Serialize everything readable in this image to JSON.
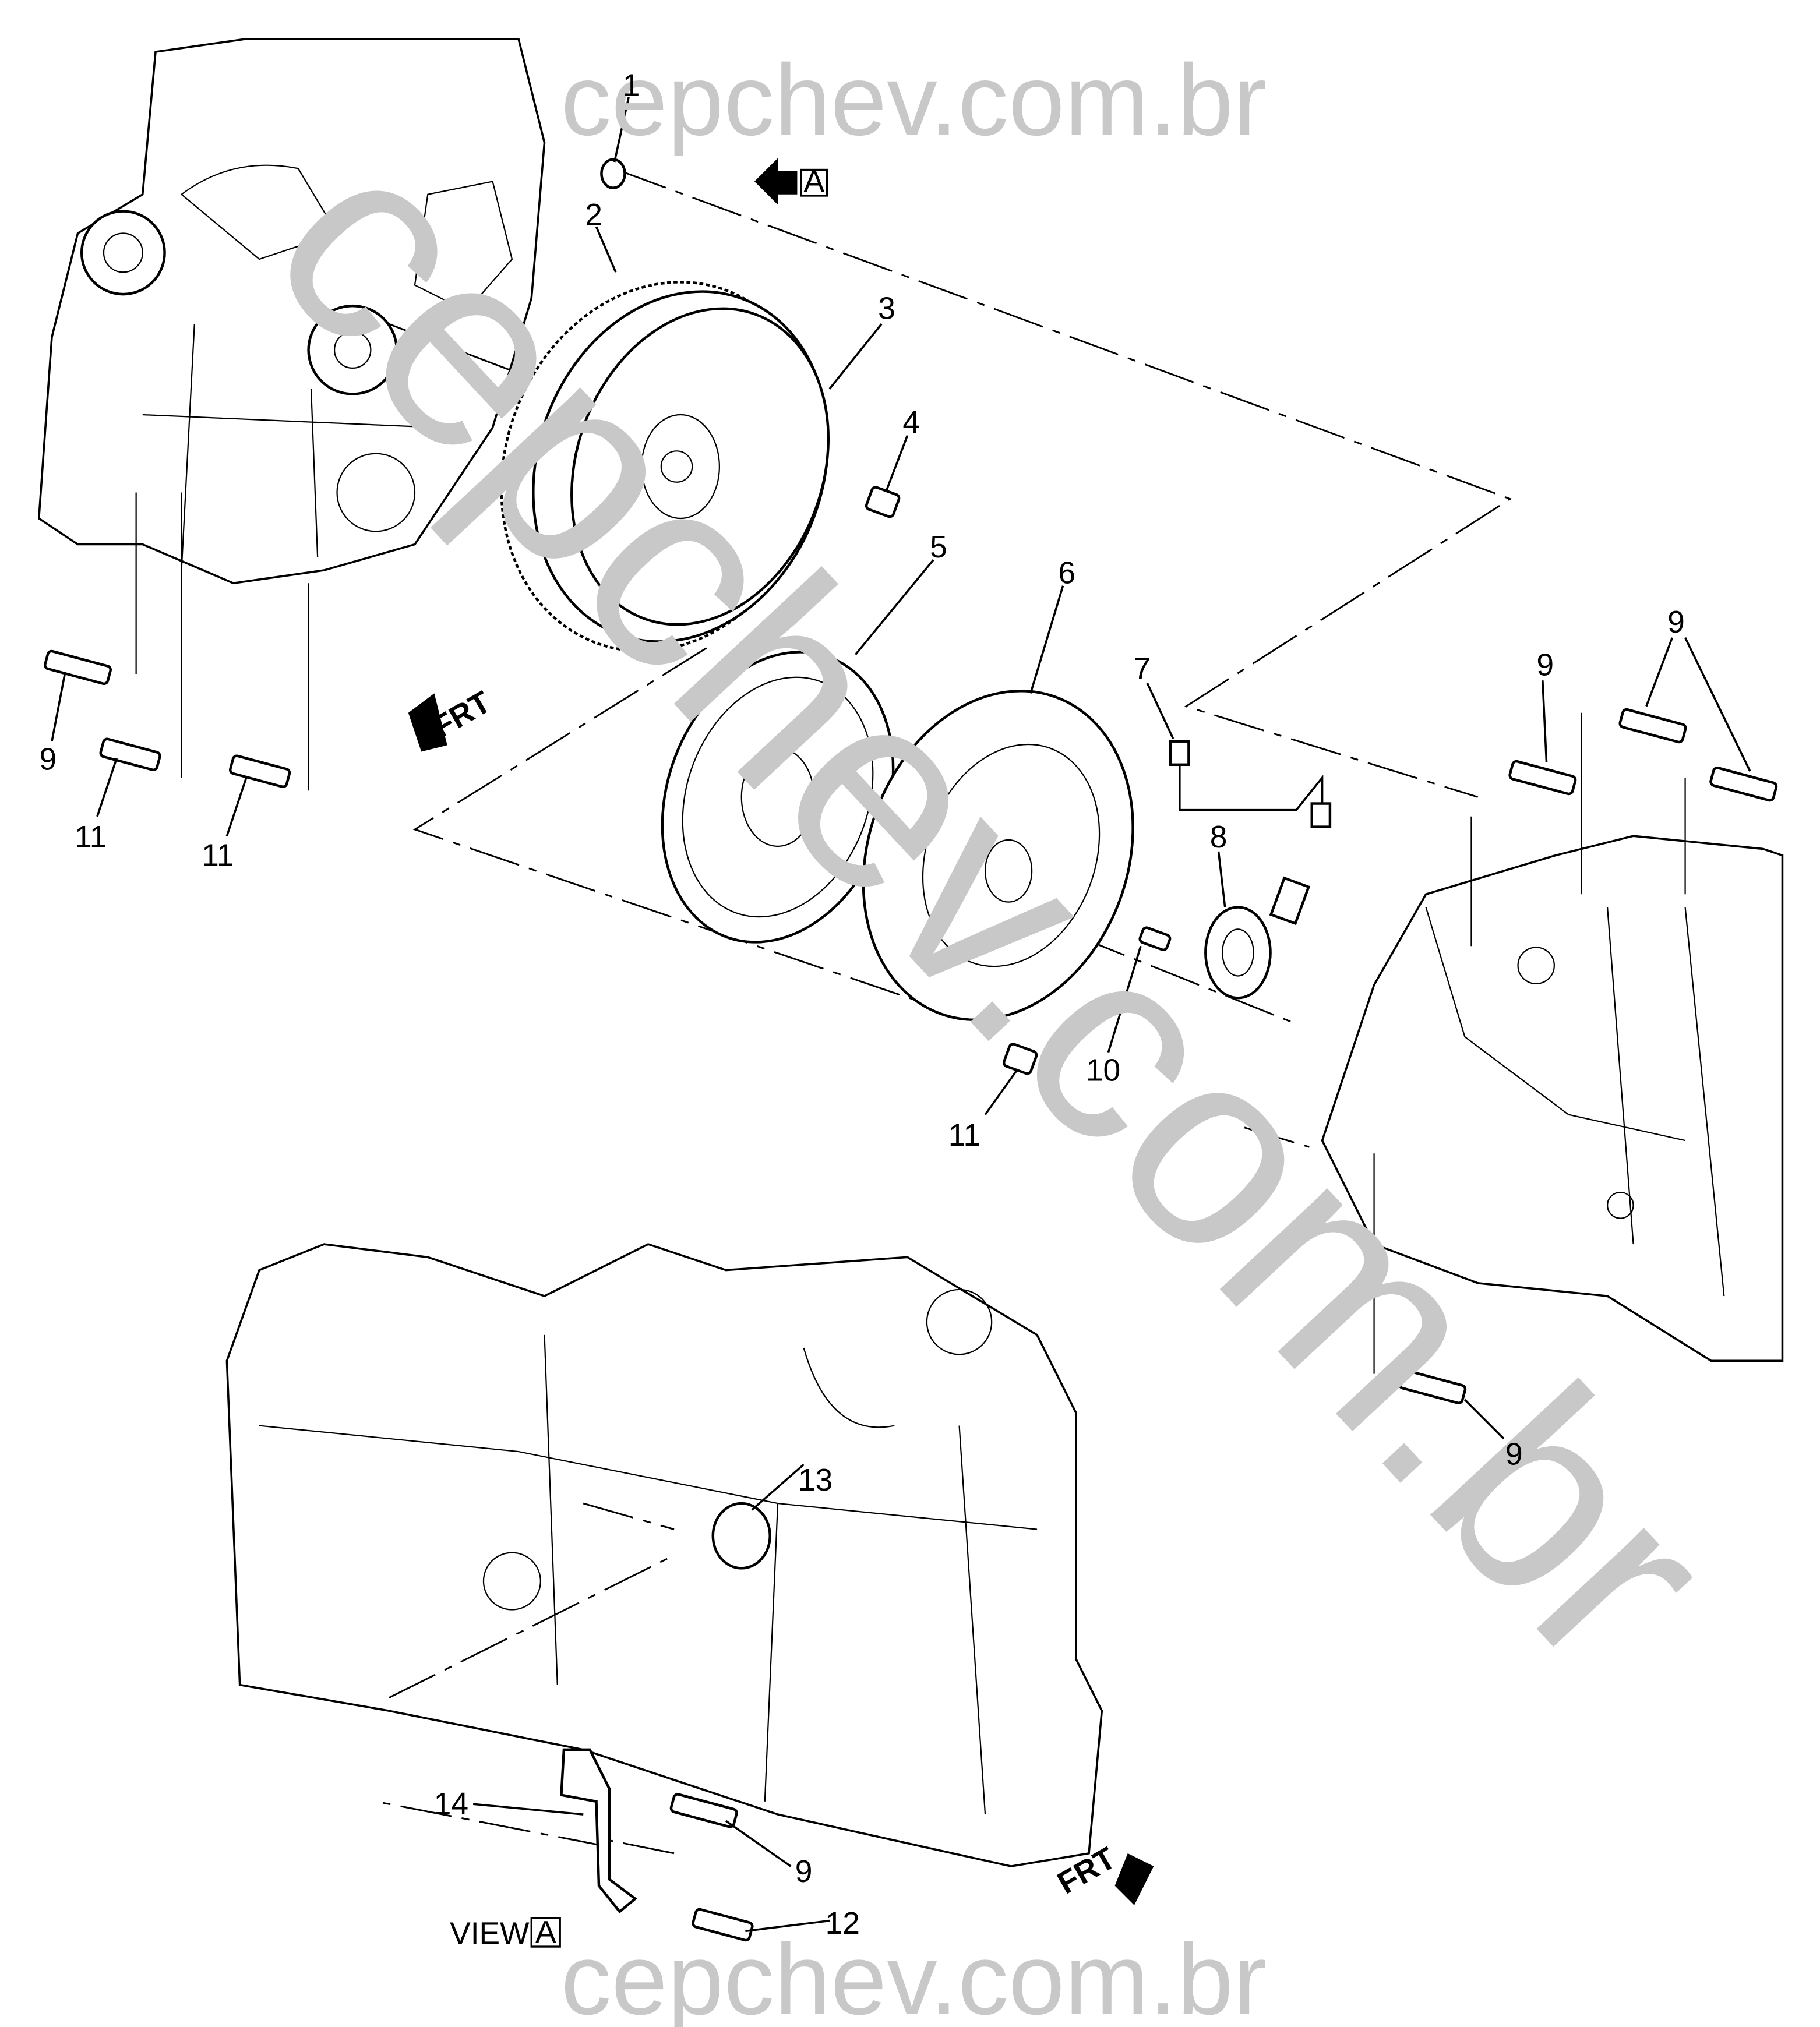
{
  "watermark": {
    "top": "cepchev.com.br",
    "diagonal": "cepchev.com.br",
    "bottom": "cepchev.com.br",
    "color": "#c8c8c8"
  },
  "callouts": {
    "c1": "1",
    "c2": "2",
    "c3": "3",
    "c4": "4",
    "c5": "5",
    "c6": "6",
    "c7": "7",
    "c8": "8",
    "c9_left": "9",
    "c9_right_a": "9",
    "c9_right_b": "9",
    "c9_lower_right": "9",
    "c9_bottom": "9",
    "c10": "10",
    "c11_left_a": "11",
    "c11_left_b": "11",
    "c11_center": "11",
    "c12": "12",
    "c13": "13",
    "c14": "14"
  },
  "view_marker": {
    "label": "VIEW",
    "letter": "A"
  },
  "direction_marker": {
    "letter": "A"
  },
  "front_indicator": {
    "text": "FRT"
  }
}
